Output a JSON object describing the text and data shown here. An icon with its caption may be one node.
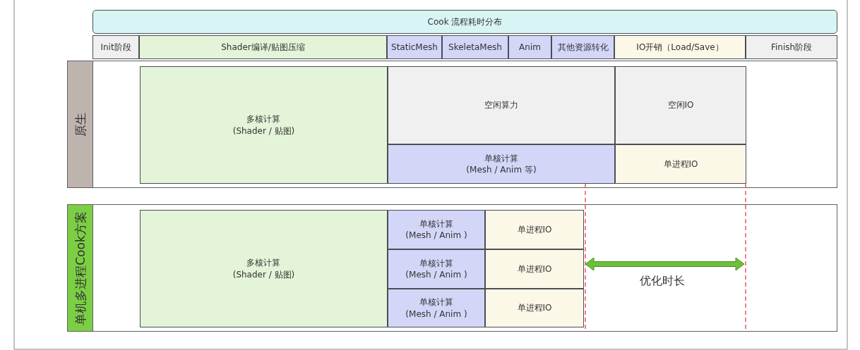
{
  "diagram": {
    "nodes": [
      {
        "text": [
          "Cook 流程耗时分布"
        ]
      },
      {
        "text": [
          "Init阶段"
        ]
      },
      {
        "text": [
          "Shader编译/贴图压缩"
        ]
      },
      {
        "text": [
          "StaticMesh"
        ]
      },
      {
        "text": [
          "SkeletaMesh"
        ]
      },
      {
        "text": [
          "Anim"
        ]
      },
      {
        "text": [
          "其他资源转化"
        ]
      },
      {
        "text": [
          "IO开销（Load/Save）"
        ]
      },
      {
        "text": [
          "Finish阶段"
        ]
      },
      {
        "text": [
          "原生"
        ]
      },
      {
        "text": [
          "多核计算 (Shader / 贴图)"
        ],
        "in": 9
      },
      {
        "text": [
          "空闲算力"
        ],
        "in": 9
      },
      {
        "text": [
          "空闲IO"
        ],
        "in": 9
      },
      {
        "text": [
          "单核计算 (Mesh / Anim 等)"
        ],
        "in": 9
      },
      {
        "text": [
          "单进程IO"
        ],
        "in": 9
      },
      {
        "text": [
          "单机多进程Cook方案"
        ]
      },
      {
        "text": [
          "多核计算 (Shader / 贴图)"
        ],
        "in": 15
      },
      {
        "text": [
          "单核计算 (Mesh / Anim )"
        ],
        "in": 15
      },
      {
        "text": [
          "单核计算 (Mesh / Anim )"
        ],
        "in": 15
      },
      {
        "text": [
          "单核计算 (Mesh / Anim )"
        ],
        "in": 15
      },
      {
        "text": [
          "单进程IO"
        ],
        "in": 15
      },
      {
        "text": [
          "单进程IO"
        ],
        "in": 15
      },
      {
        "text": [
          "单进程IO"
        ],
        "in": 15
      }
    ],
    "labels": [
      "优化时长"
    ]
  }
}
